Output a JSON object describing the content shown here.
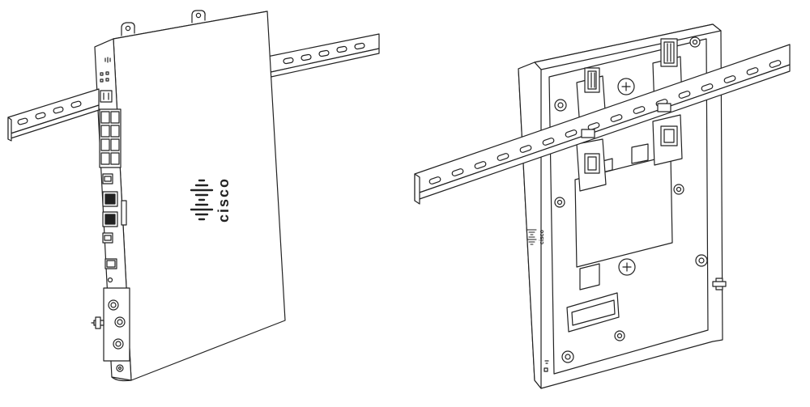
{
  "figures": [
    {
      "id": "front-view",
      "logo": {
        "wordmark": "cisco"
      }
    },
    {
      "id": "rear-view",
      "logo": {
        "wordmark": "cisco"
      }
    }
  ],
  "colors": {
    "line": "#222222",
    "background": "#ffffff",
    "fill": "#ffffff"
  }
}
